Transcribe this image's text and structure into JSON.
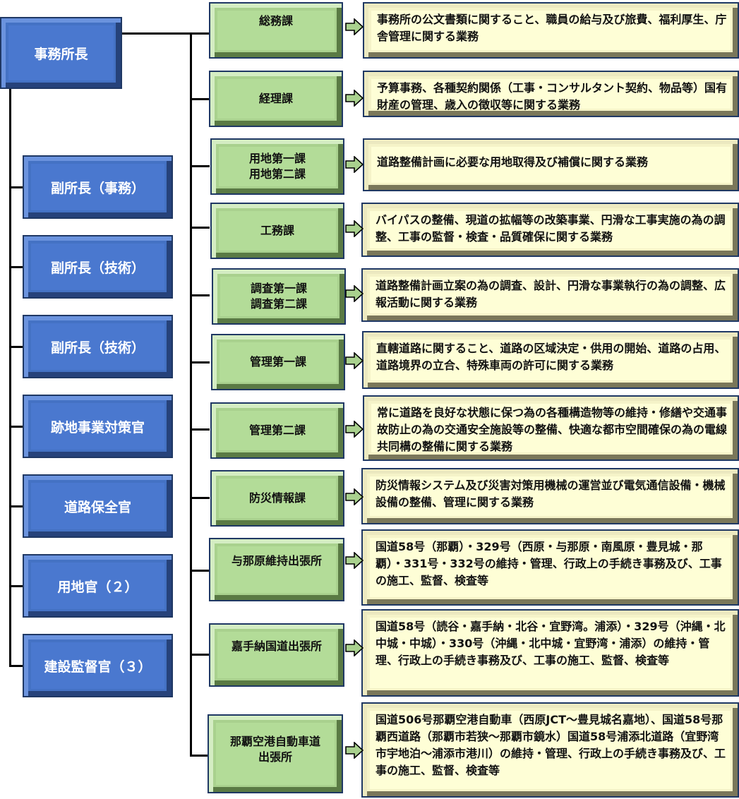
{
  "chart": {
    "head": "事務所長",
    "deputies": [
      "副所長（事務）",
      "副所長（技術）",
      "副所長（技術）",
      "跡地事業対策官",
      "道路保全官",
      "用地官（２）",
      "建設監督官（３）"
    ],
    "divisions": [
      {
        "name": "総務課",
        "duties": "事務所の公文書類に関すること、職員の給与及び旅費、福利厚生、庁舎管理に関する業務"
      },
      {
        "name": "経理課",
        "duties": "予算事務、各種契約関係（工事・コンサルタント契約、物品等）国有財産の管理、歳入の徴収等に関する業務"
      },
      {
        "name": "用地第一課\n用地第二課",
        "duties": "道路整備計画に必要な用地取得及び補償に関する業務"
      },
      {
        "name": "工務課",
        "duties": "バイパスの整備、現道の拡幅等の改築事業、円滑な工事実施の為の調整、工事の監督・検査・品質確保に関する業務"
      },
      {
        "name": "調査第一課\n調査第二課",
        "duties": "道路整備計画立案の為の調査、設計、円滑な事業執行の為の調整、広報活動に関する業務"
      },
      {
        "name": "管理第一課",
        "duties": "直轄道路に関すること、道路の区域決定・供用の開始、道路の占用、道路境界の立合、特殊車両の許可に関する業務"
      },
      {
        "name": "管理第二課",
        "duties": "常に道路を良好な状態に保つ為の各種構造物等の維持・修繕や交通事故防止の為の交通安全施設等の整備、快適な都市空間確保の為の電線共同構の整備に関する業務"
      },
      {
        "name": "防災情報課",
        "duties": "防災情報システム及び災害対策用機械の運営並び電気通信設備・機械設備の整備、管理に関する業務"
      },
      {
        "name": "与那原維持出張所",
        "duties": "国道58号（那覇）・329号（西原・与那原・南風原・豊見城・那覇）・331号・332号の維持・管理、行政上の手続き事務及び、工事の施工、監督、検査等"
      },
      {
        "name": "嘉手納国道出張所",
        "duties": "国道58号（読谷・嘉手納・北谷・宜野湾。浦添）・329号（沖縄・北中城・中城）・330号（沖縄・北中城・宜野湾・浦添）の維持・管理、行政上の手続き事務及び、工事の施工、監督、検査等"
      },
      {
        "name": "那覇空港自動車道\n出張所",
        "duties": "国道506号那覇空港自動車（西原JCT〜豊見城名嘉地）、国道58号那覇西道路（那覇市若狭〜那覇市鏡水）国道58号浦添北道路（宜野湾市宇地泊〜浦添市港川）の維持・管理、行政上の手続き事務及び、工事の施工、監督、検査等"
      }
    ]
  },
  "colors": {
    "head_box": "#4472c4",
    "division_box": "#a9d18e",
    "duty_box": "#fefed6",
    "border": "#1f3864",
    "connector": "#000000"
  }
}
